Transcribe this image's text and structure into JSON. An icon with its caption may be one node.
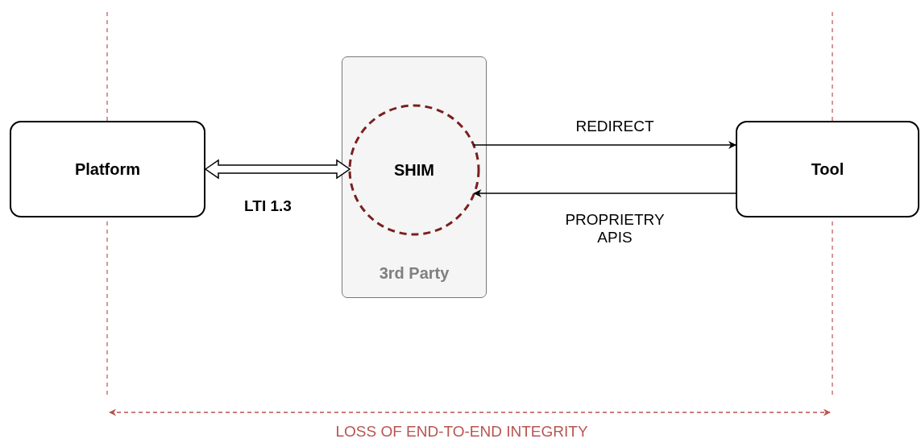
{
  "diagram": {
    "nodes": [
      {
        "text": [
          "Platform"
        ]
      },
      {
        "text": [
          "3rd Party"
        ]
      },
      {
        "text": [
          "SHIM"
        ],
        "in": 1
      },
      {
        "text": [
          "Tool"
        ]
      }
    ],
    "edges": [
      {
        "from": 0,
        "to": 2,
        "arrow": "both",
        "label": "LTI 1.3",
        "style": "thick"
      },
      {
        "from": 2,
        "to": 3,
        "arrow": "to",
        "label": "REDIRECT"
      },
      {
        "from": 3,
        "to": 2,
        "arrow": "to",
        "label": "PROPRIETRY APIS"
      }
    ],
    "labels": [
      "LOSS OF END-TO-END INTEGRITY"
    ]
  }
}
